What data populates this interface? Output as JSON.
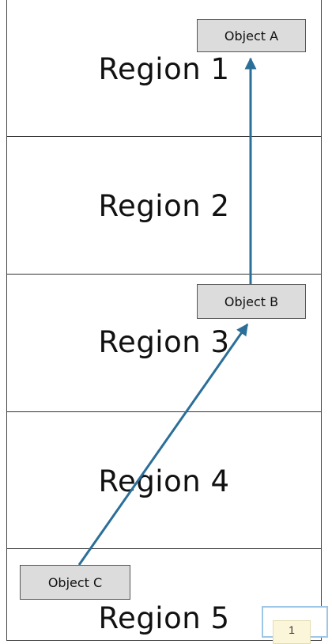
{
  "diagram": {
    "regions": [
      {
        "label": "Region 1"
      },
      {
        "label": "Region 2"
      },
      {
        "label": "Region 3"
      },
      {
        "label": "Region 4"
      },
      {
        "label": "Region 5"
      }
    ],
    "objects": {
      "a": {
        "label": "Object A"
      },
      "b": {
        "label": "Object B"
      },
      "c": {
        "label": "Object C"
      }
    },
    "arrow_color": "#2b6f99",
    "box_fill": "#dcdcdc"
  },
  "corner_widget": {
    "text": "1"
  }
}
